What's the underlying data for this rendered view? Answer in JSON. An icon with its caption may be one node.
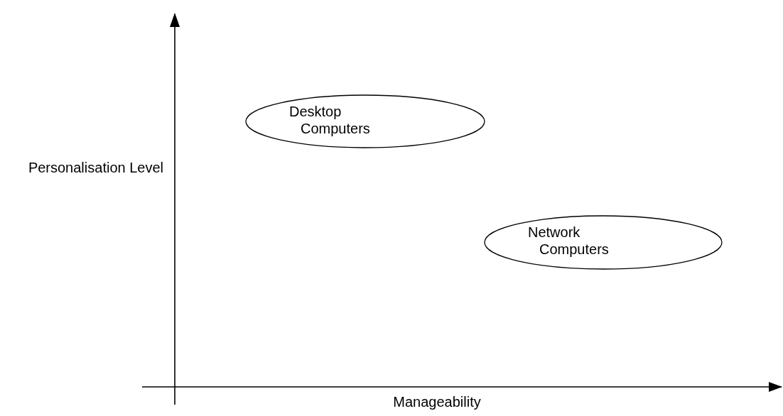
{
  "diagram": {
    "nodes": [
      {
        "text": [
          "Desktop Computers"
        ]
      },
      {
        "text": [
          "Network Computers"
        ]
      }
    ],
    "labels": [
      "Personalisation Level",
      "Manageability"
    ]
  }
}
